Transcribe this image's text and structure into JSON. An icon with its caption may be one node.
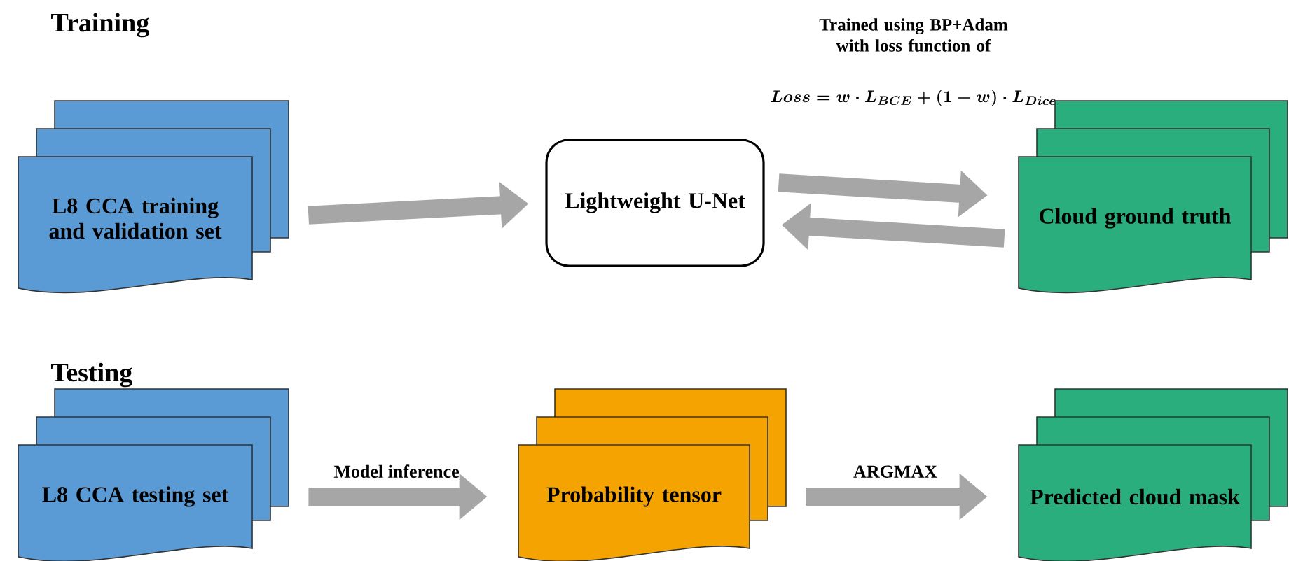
{
  "diagram": {
    "nodes": [
      {
        "text": [
          "L8 CCA training and validation set"
        ]
      },
      {
        "text": [
          "Lightweight U-Net"
        ]
      },
      {
        "text": [
          "Cloud ground truth"
        ]
      },
      {
        "text": [
          "L8 CCA testing set"
        ]
      },
      {
        "text": [
          "Probability tensor"
        ]
      },
      {
        "text": [
          "Predicted cloud mask"
        ]
      }
    ],
    "edges": [
      {
        "from": 0,
        "to": 1,
        "arrow": "to"
      },
      {
        "from": 1,
        "to": 2,
        "arrow": "to"
      },
      {
        "from": 2,
        "to": 1,
        "arrow": "to"
      },
      {
        "from": 3,
        "to": 4,
        "arrow": "to",
        "label": "Model inference"
      },
      {
        "from": 4,
        "to": 5,
        "arrow": "to",
        "label": "ARGMAX"
      }
    ],
    "labels": [
      "Training",
      "Trained using BP+Adam with loss function of",
      "Loss = w \\cdot L_{BCE} + (1 - w) \\cdot L_{Dice}",
      "Testing"
    ]
  }
}
